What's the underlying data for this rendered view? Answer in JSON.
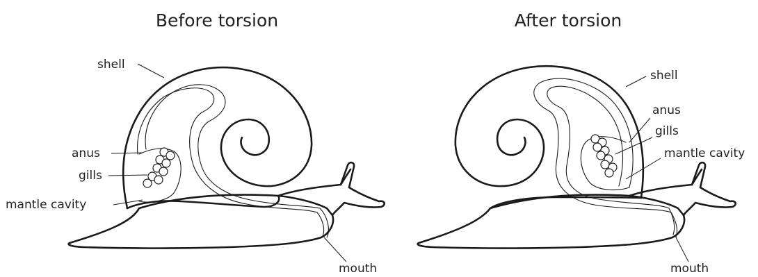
{
  "panels": {
    "before": {
      "title": "Before torsion",
      "labels": {
        "shell": "shell",
        "anus": "anus",
        "gills": "gills",
        "mantle_cavity": "mantle cavity",
        "mouth": "mouth"
      }
    },
    "after": {
      "title": "After torsion",
      "labels": {
        "shell": "shell",
        "anus": "anus",
        "gills": "gills",
        "mantle_cavity": "mantle cavity",
        "mouth": "mouth"
      }
    }
  }
}
